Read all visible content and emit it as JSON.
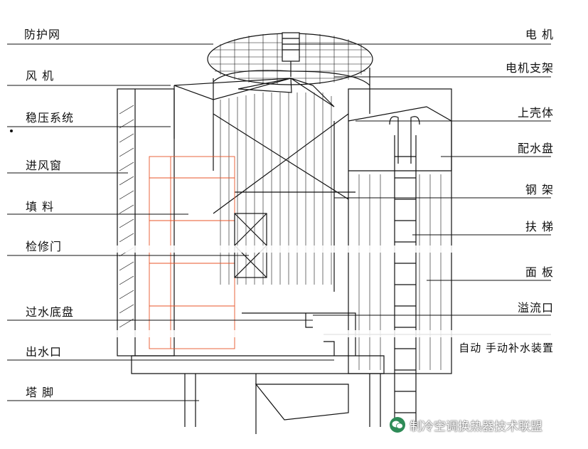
{
  "labels_left": [
    {
      "id": "protective-net",
      "text": "防护网"
    },
    {
      "id": "fan",
      "text": "风 机"
    },
    {
      "id": "pressure-system",
      "text": "稳压系统"
    },
    {
      "id": "air-inlet-louver",
      "text": "进风窗"
    },
    {
      "id": "fill",
      "text": "填 料"
    },
    {
      "id": "access-door",
      "text": "检修门"
    },
    {
      "id": "water-basin",
      "text": "过水底盘"
    },
    {
      "id": "water-outlet",
      "text": "出水口"
    },
    {
      "id": "tower-foot",
      "text": "塔 脚"
    }
  ],
  "labels_right": [
    {
      "id": "motor",
      "text": "电 机"
    },
    {
      "id": "motor-bracket",
      "text": "电机支架"
    },
    {
      "id": "upper-shell",
      "text": "上壳体"
    },
    {
      "id": "distribution-pan",
      "text": "配水盘"
    },
    {
      "id": "steel-frame",
      "text": "钢 架"
    },
    {
      "id": "ladder",
      "text": "扶 梯"
    },
    {
      "id": "panel",
      "text": "面 板"
    },
    {
      "id": "overflow",
      "text": "溢流口"
    },
    {
      "id": "makeup-device",
      "text": "自动 手动补水装置"
    }
  ],
  "watermark": {
    "text": "制冷空调换热器技术联盟",
    "icon": "wechat-icon"
  },
  "colors": {
    "line": "#111111",
    "fill_grid": "#e8552a"
  }
}
